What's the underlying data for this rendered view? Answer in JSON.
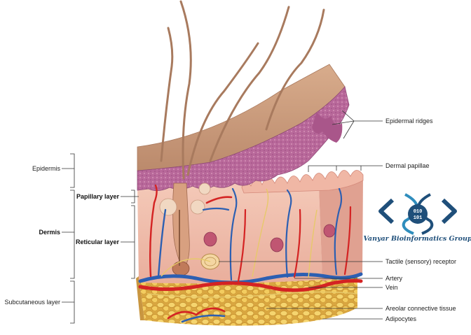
{
  "labels": {
    "epidermis": "Epidermis",
    "dermis": "Dermis",
    "papillary_layer": "Papillary layer",
    "reticular_layer": "Reticular layer",
    "subcutaneous_layer": "Subcutaneous layer",
    "epidermal_ridges": "Epidermal ridges",
    "dermal_papillae": "Dermal papillae",
    "tactile_receptor": "Tactile (sensory) receptor",
    "artery": "Artery",
    "vein": "Vein",
    "areolar_tissue": "Areolar connective tissue",
    "adipocytes": "Adipocytes"
  },
  "watermark": {
    "text": "Vanyar Bioinformatics Group",
    "digits_top": "010",
    "digits_bottom": "101"
  },
  "colors": {
    "epidermis_surface": "#c99b7c",
    "stratum": "#b0628c",
    "dermis": "#eebfb0",
    "fat": "#edc35a",
    "artery": "#d42323",
    "vein": "#2c5fb2",
    "hair": "#a87a5e",
    "logo": "#1f4f7a"
  }
}
